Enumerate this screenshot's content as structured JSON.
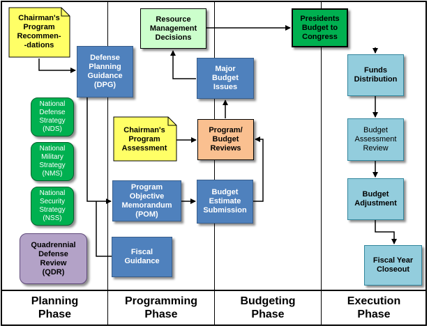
{
  "boxes": {
    "chairmans_program_recommendations": "Chairman's\nProgram\nRecommen-\n-dations",
    "defense_planning_guidance": "Defense\nPlanning\nGuidance\n(DPG)",
    "national_defense_strategy": "National\nDefense\nStrategy\n(NDS)",
    "national_military_strategy": "National\nMilitary\nStrategy\n(NMS)",
    "national_security_strategy": "National\nSecurity\nStrategy\n(NSS)",
    "quadrennial_defense_review": "Quadrennial\nDefense\nReview\n(QDR)",
    "resource_management_decisions": "Resource\nManagement\nDecisions",
    "major_budget_issues": "Major\nBudget\nIssues",
    "chairmans_program_assessment": "Chairman's\nProgram\nAssessment",
    "program_budget_reviews": "Program/\nBudget\nReviews",
    "program_objective_memorandum": "Program\nObjective\nMemorandum\n(POM)",
    "budget_estimate_submission": "Budget\nEstimate\nSubmission",
    "fiscal_guidance": "Fiscal\nGuidance",
    "presidents_budget_to_congress": "Presidents\nBudget to\nCongress",
    "funds_distribution": "Funds\nDistribution",
    "budget_assessment_review": "Budget\nAssessment\nReview",
    "budget_adjustment": "Budget\nAdjustment",
    "fiscal_year_closeout": "Fiscal Year\nCloseout"
  },
  "phases": {
    "planning": "Planning\nPhase",
    "programming": "Programming\nPhase",
    "budgeting": "Budgeting\nPhase",
    "execution": "Execution\nPhase"
  }
}
